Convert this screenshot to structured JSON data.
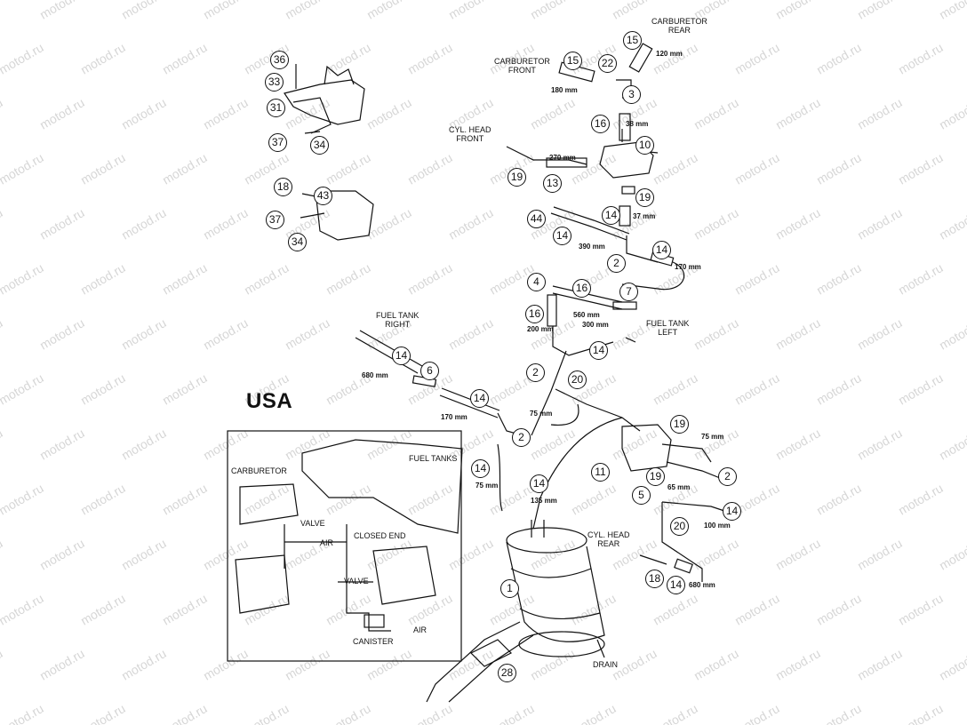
{
  "watermark": "motod.ru",
  "region_label": "USA",
  "labels": {
    "carb_rear": "CARBURETOR\nREAR",
    "carb_front": "CARBURETOR\nFRONT",
    "cyl_head_front": "CYL. HEAD\nFRONT",
    "fuel_tank_right": "FUEL TANK\nRIGHT",
    "fuel_tank_left": "FUEL TANK\nLEFT",
    "cyl_head_rear": "CYL. HEAD\nREAR",
    "drain": "DRAIN"
  },
  "measurements": [
    "120 mm",
    "180 mm",
    "38 mm",
    "270 mm",
    "37 mm",
    "390 mm",
    "170 mm",
    "560 mm",
    "200 mm",
    "300 mm",
    "680 mm",
    "170 mm",
    "75 mm",
    "75 mm",
    "135 mm",
    "75 mm",
    "65 mm",
    "100 mm",
    "680 mm"
  ],
  "callouts": [
    "15",
    "15",
    "22",
    "3",
    "16",
    "10",
    "19",
    "13",
    "19",
    "14",
    "44",
    "14",
    "2",
    "14",
    "4",
    "16",
    "7",
    "16",
    "14",
    "6",
    "14",
    "2",
    "20",
    "14",
    "2",
    "14",
    "14",
    "11",
    "19",
    "19",
    "2",
    "5",
    "14",
    "20",
    "18",
    "14",
    "1",
    "28",
    "36",
    "33",
    "31",
    "37",
    "34",
    "18",
    "43",
    "37",
    "34"
  ],
  "inset": {
    "carburetor": "CARBURETOR",
    "fuel_tanks": "FUEL TANKS",
    "valve1": "VALVE",
    "air1": "AIR",
    "closed_end": "CLOSED END",
    "valve2": "VALVE",
    "canister": "CANISTER",
    "air2": "AIR"
  }
}
